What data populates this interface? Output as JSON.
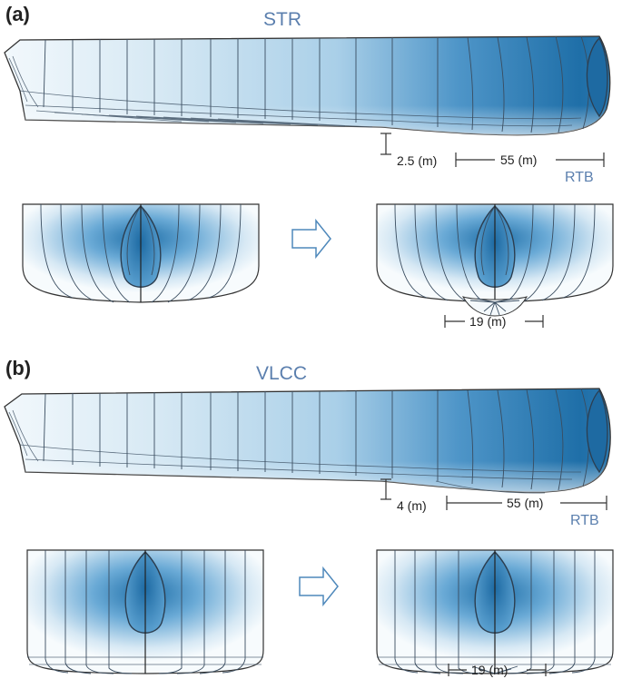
{
  "panels": [
    {
      "label": "(a)",
      "title": "STR",
      "depth_dim": "2.5 (m)",
      "length_dim": "55 (m)",
      "rtb_label": "RTB",
      "section_dim": "19 (m)"
    },
    {
      "label": "(b)",
      "title": "VLCC",
      "depth_dim": "4 (m)",
      "length_dim": "55 (m)",
      "rtb_label": "RTB",
      "section_dim": "19 (m)"
    }
  ],
  "colors": {
    "hull_light": "#f4f9fc",
    "hull_mid": "#8fbfe0",
    "hull_dark": "#1f6fa8",
    "label_blue": "#5b7fae"
  },
  "icons": {
    "arrow": "right-arrow-outline-icon"
  }
}
